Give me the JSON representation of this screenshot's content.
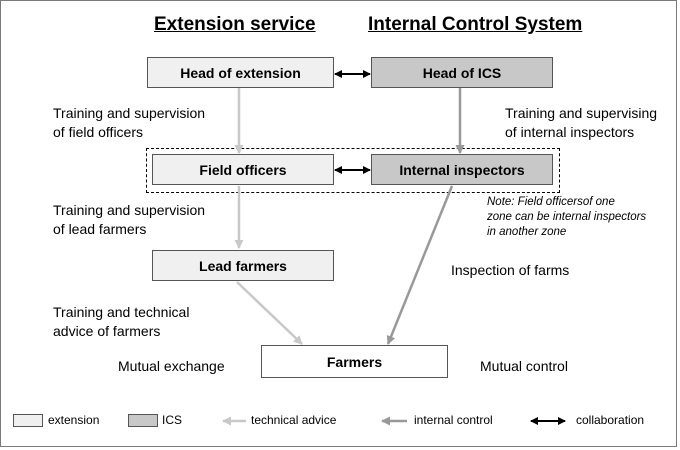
{
  "headers": {
    "extension": "Extension service",
    "ics": "Internal Control System"
  },
  "boxes": {
    "head_extension": "Head of extension",
    "head_ics": "Head of ICS",
    "field_officers": "Field officers",
    "internal_inspectors": "Internal inspectors",
    "lead_farmers": "Lead farmers",
    "farmers": "Farmers"
  },
  "labels": {
    "training_field_officers": [
      "Training and supervision",
      "of field officers"
    ],
    "training_internal_inspectors": [
      "Training and supervising",
      "of internal inspectors"
    ],
    "training_lead_farmers": [
      "Training and supervision",
      "of lead farmers"
    ],
    "technical_advice_farmers": [
      "Training and technical",
      "advice of farmers"
    ],
    "inspection_of_farms": "Inspection of farms",
    "mutual_exchange": "Mutual exchange",
    "mutual_control": "Mutual control"
  },
  "note": [
    "Note: Field officersof one",
    "zone can be internal inspectors",
    "in another zone"
  ],
  "legend": {
    "extension": "extension",
    "ics": "ICS",
    "technical_advice": "technical advice",
    "internal_control": "internal control",
    "collaboration": "collaboration"
  },
  "colors": {
    "extension_fill": "#f0f0f0",
    "ics_fill": "#c8c8c8",
    "technical_advice_arrow": "#c8c8c8",
    "internal_control_arrow": "#999999",
    "collaboration_arrow": "#000000"
  }
}
